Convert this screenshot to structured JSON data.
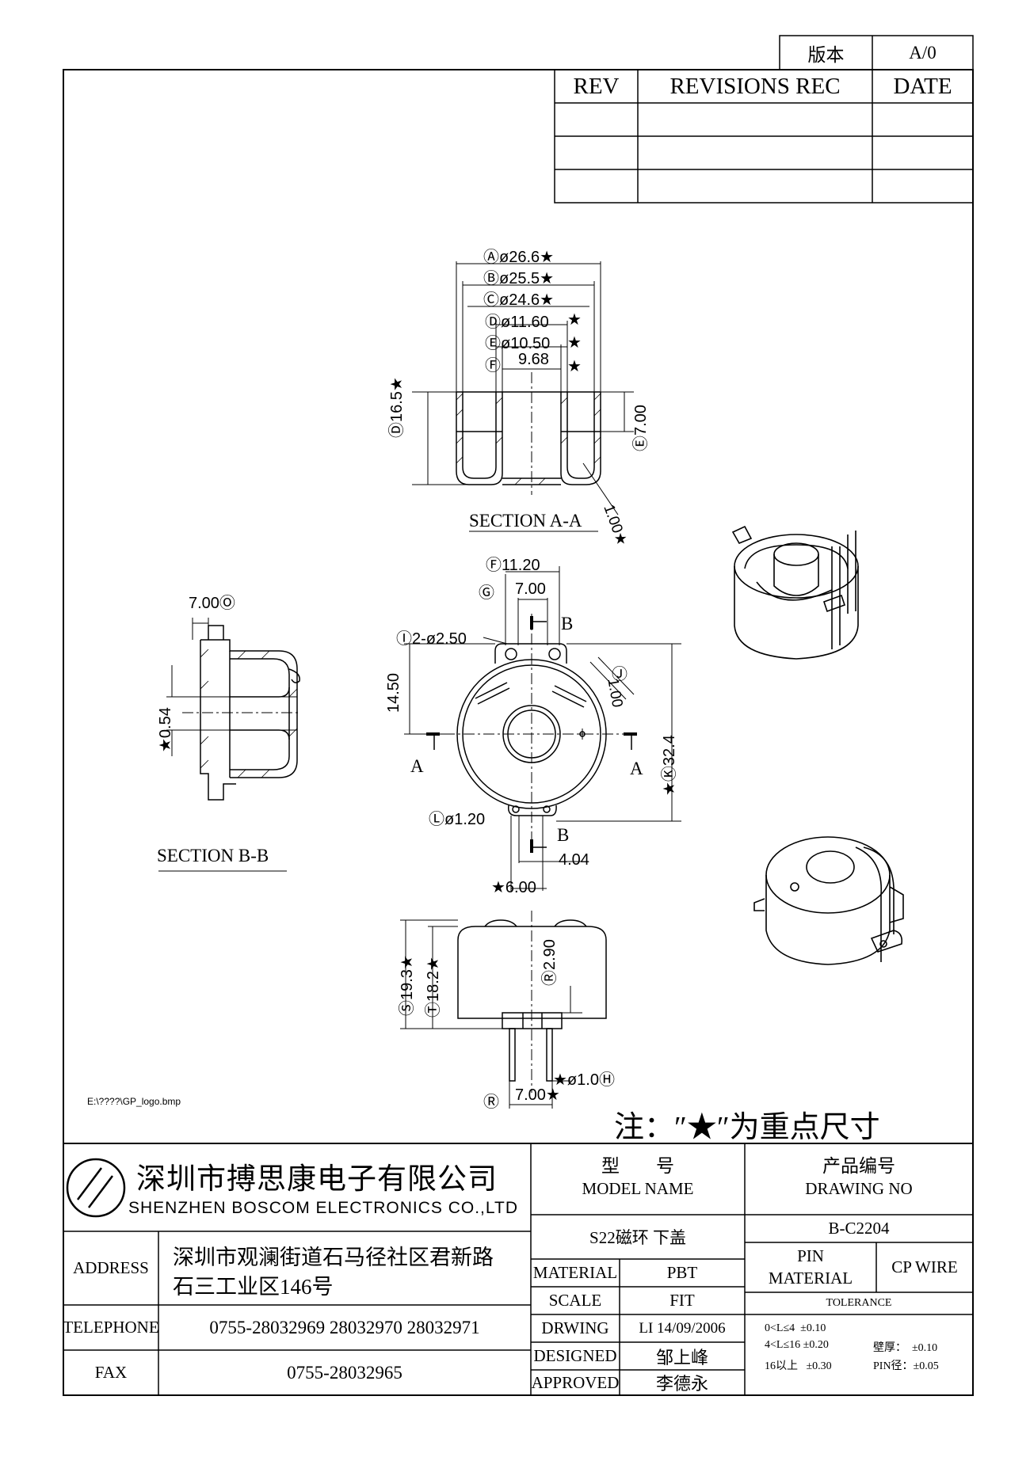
{
  "version": {
    "label": "版本",
    "value": "A/0"
  },
  "revisions": {
    "rev_header": "REV",
    "rec_header": "REVISIONS REC",
    "date_header": "DATE"
  },
  "section_aa": {
    "title": "SECTION A-A",
    "dims": {
      "a": "Ⓐø26.6★",
      "b": "Ⓑø25.5★",
      "c": "Ⓒø24.6★",
      "d": "Ⓓø11.60",
      "e": "Ⓔø10.50",
      "f": "Ⓕ",
      "f_val": "9.68",
      "star": "★",
      "height_d": "Ⓓ16.5★",
      "height_e": "Ⓔ7.00",
      "wall": "1.00★"
    }
  },
  "section_bb": {
    "title": "SECTION B-B",
    "dim_top": "7.00Ⓞ",
    "dim_left": "★0.54"
  },
  "top_view": {
    "f": "Ⓕ11.20",
    "g": "Ⓖ",
    "g_val": "7.00",
    "b_top": "B",
    "b_bottom": "B",
    "i": "Ⓘ2-ø2.50",
    "j": "Ⓙ",
    "j_val": "1.00",
    "h1450": "14.50",
    "k": "★Ⓚ32.4",
    "a_left": "A",
    "a_right": "A",
    "l": "Ⓛø1.20",
    "d404": "4.04",
    "d600": "★6.00"
  },
  "side_view": {
    "s": "Ⓢ19.3★",
    "t": "Ⓣ18.2★",
    "r": "Ⓡ2.90",
    "h": "★ø1.0Ⓗ",
    "r_bottom": "Ⓡ",
    "d700": "7.00★"
  },
  "logo_path": "E:\\????\\GP_logo.bmp",
  "note": "注：″★″为重点尺寸",
  "company": {
    "name_cn": "深圳市搏思康电子有限公司",
    "name_en": "SHENZHEN BOSCOM ELECTRONICS CO.,LTD",
    "address_label": "ADDRESS",
    "address_line1": "深圳市观澜街道石马径社区君新路",
    "address_line2": "石三工业区146号",
    "telephone_label": "TELEPHONE",
    "telephone": "0755-28032969 28032970 28032971",
    "fax_label": "FAX",
    "fax": "0755-28032965"
  },
  "model": {
    "label_cn": "型　　号",
    "label_en": "MODEL NAME",
    "value": "S22磁环 下盖"
  },
  "drawing": {
    "label_cn": "产品编号",
    "label_en": "DRAWING NO",
    "value": "B-C2204"
  },
  "fields": {
    "material_label": "MATERIAL",
    "material": "PBT",
    "scale_label": "SCALE",
    "scale": "FIT",
    "drawing_label": "DRWING",
    "drawing": "LI 14/09/2006",
    "designed_label": "DESIGNED",
    "designed": "邹上峰",
    "approved_label": "APPROVED",
    "approved": "李德永",
    "pin_label1": "PIN",
    "pin_label2": "MATERIAL",
    "pin_value": "CP WIRE"
  },
  "tolerance": {
    "label": "TOLERANCE",
    "line1": "0<L≤4  ±0.10",
    "line2": "4<L≤16 ±0.20",
    "line3": "16以上   ±0.30",
    "wall": "壁厚：  ±0.10",
    "pin": "PIN径：±0.05"
  }
}
